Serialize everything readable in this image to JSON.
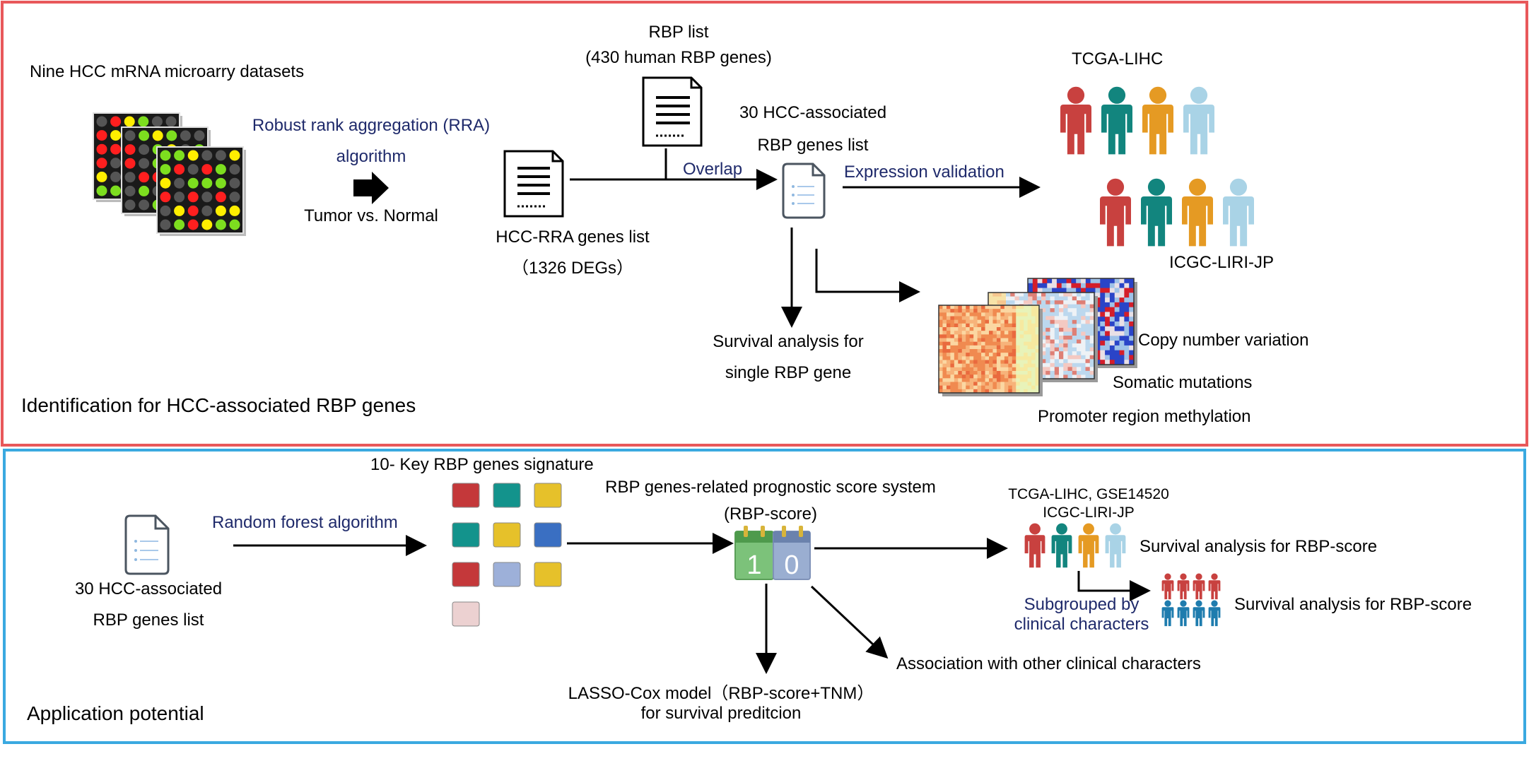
{
  "section1": {
    "title": "Identification for HCC-associated RBP genes",
    "datasets_label": "Nine HCC mRNA microarry datasets",
    "rra_line1": "Robust rank aggregation (RRA)",
    "rra_line2": "algorithm",
    "tumor_normal": "Tumor vs. Normal",
    "rbp_list_line1": "RBP list",
    "rbp_list_line2": "(430 human RBP genes)",
    "hcc_rra_line1": "HCC-RRA genes list",
    "hcc_rra_line2": "（1326 DEGs）",
    "overlap": "Overlap",
    "hcc_assoc_line1": "30 HCC-associated",
    "hcc_assoc_line2": "RBP genes list",
    "expression_validation": "Expression validation",
    "tcga": "TCGA-LIHC",
    "icgc": "ICGC-LIRI-JP",
    "survival_line1": "Survival analysis for",
    "survival_line2": "single RBP gene",
    "cnv": "Copy number variation",
    "somatic": "Somatic mutations",
    "methylation": "Promoter region methylation"
  },
  "section2": {
    "title": "Application potential",
    "hcc_assoc_line1": "30 HCC-associated",
    "hcc_assoc_line2": "RBP genes list",
    "random_forest": "Random forest algorithm",
    "key_signature": "10- Key RBP genes signature",
    "score_line1": "RBP genes-related prognostic score system",
    "score_line2": "(RBP-score)",
    "calendar_digit1": "1",
    "calendar_digit2": "0",
    "cohorts_line1": "TCGA-LIHC, GSE14520",
    "cohorts_line2": "ICGC-LIRI-JP",
    "survival_rbp_score_1": "Survival analysis for RBP-score",
    "subgrouped_line1": "Subgrouped by",
    "subgrouped_line2": "clinical characters",
    "survival_rbp_score_2": "Survival analysis for RBP-score",
    "association": "Association with other clinical characters",
    "lasso_line1": "LASSO-Cox model（RBP-score+TNM）",
    "lasso_line2": "for survival preditcion"
  },
  "colors": {
    "frame_top": "#e8585a",
    "frame_bottom": "#3aa9e0",
    "navy_text": "#1f2a6b",
    "person_red": "#c8413f",
    "person_teal": "#12857e",
    "person_orange": "#e59a23",
    "person_lightblue": "#a9d3e6",
    "person_blue": "#1e7cae"
  },
  "signature_tile_colors": [
    "#c4383a",
    "#13938c",
    "#e6c12a",
    "#13938c",
    "#e6c12a",
    "#3a6fc2",
    "#c4383a",
    "#9db0d9",
    "#e6c12a",
    "#ecd1d1"
  ]
}
